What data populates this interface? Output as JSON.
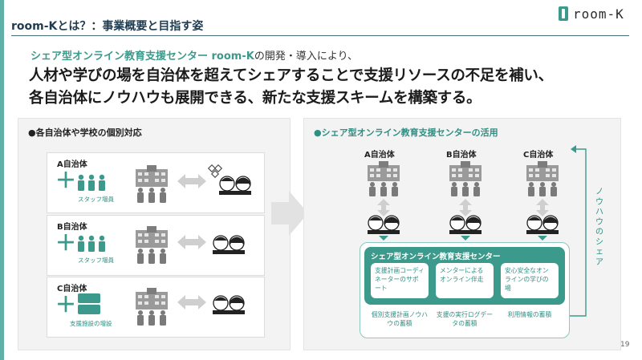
{
  "header": {
    "title": "room-Kとは？：事業概要と目指す姿",
    "logo_text": "room-K",
    "logo_icon": "room-k-logo-icon"
  },
  "lead": {
    "line1_accent": "シェア型オンライン教育支援センター room-K",
    "line1_rest": "の開発・導入により、",
    "line2": "人材や学びの場を自治体を超えてシェアすることで支援リソースの不足を補い、",
    "line3": "各自治体にノウハウも展開できる、新たな支援スキームを構築する。"
  },
  "left_panel": {
    "title": "●各自治体や学校の個別対応",
    "cases": [
      {
        "label": "A自治体",
        "sub": "スタッフ増員"
      },
      {
        "label": "B自治体",
        "sub": "スタッフ増員"
      },
      {
        "label": "C自治体",
        "sub": "支援施設の増設"
      }
    ]
  },
  "right_panel": {
    "title": "●シェア型オンライン教育支援センターの活用",
    "municipalities": [
      "A自治体",
      "B自治体",
      "C自治体"
    ],
    "center_title": "シェア型オンライン教育支援センター",
    "services": [
      "支援計画コーディネーターのサポート",
      "メンターによるオンライン伴走",
      "安心安全なオンラインの学びの場"
    ],
    "footers": [
      "個別支援計画ノウハウの蓄積",
      "支援の実行ログデータの蓄積",
      "利用情報の蓄積"
    ],
    "share_label": "ノウハウのシェア"
  },
  "page_number": "19",
  "colors": {
    "accent": "#3c9a8c",
    "accent_text": "#2f8f83",
    "panel_bg": "#f3f3f3",
    "heading": "#1f3c4f"
  }
}
